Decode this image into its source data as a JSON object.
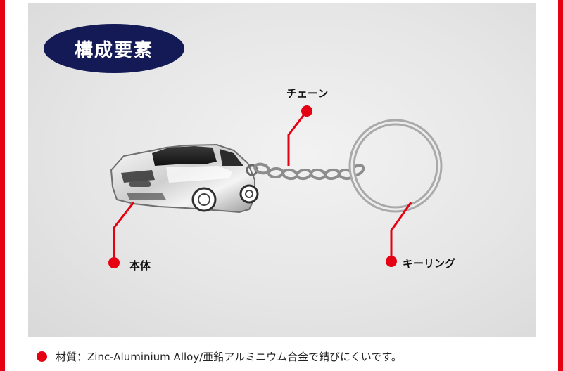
{
  "title": "構成要素",
  "labels": {
    "chain": "チェーン",
    "body": "本体",
    "ring": "キーリング"
  },
  "material": "材質：Zinc-Aluminium Alloy/亜鉛アルミニウム合金で錆びにくいです。",
  "colors": {
    "accent_red": "#e50012",
    "title_navy": "#141a55"
  }
}
